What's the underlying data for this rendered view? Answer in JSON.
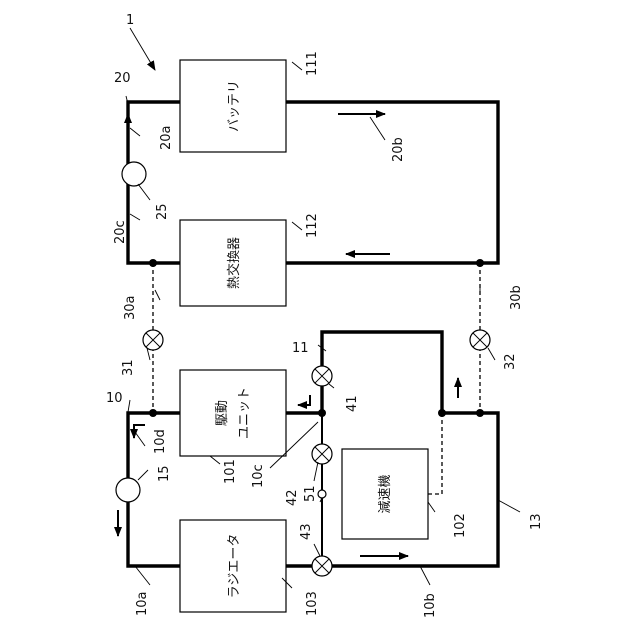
{
  "figure_ref": "1",
  "blocks": {
    "battery": {
      "label": "バッテリ",
      "ref": "111"
    },
    "heat_exchanger": {
      "label": "熱交換器",
      "ref": "112"
    },
    "drive_unit": {
      "label_line1": "駆動",
      "label_line2": "ユニット",
      "ref": "101"
    },
    "radiator": {
      "label": "ラジエータ",
      "ref": "103"
    },
    "reducer": {
      "label": "減速機",
      "ref": "102"
    }
  },
  "refs": {
    "circuit_20": "20",
    "pipe_20a": "20a",
    "pipe_20b": "20b",
    "pipe_20c": "20c",
    "pump_25": "25",
    "branch_30a": "30a",
    "branch_30b": "30b",
    "valve_31": "31",
    "valve_32": "32",
    "circuit_10": "10",
    "pipe_10a": "10a",
    "pipe_10b": "10b",
    "pipe_10c": "10c",
    "pipe_10d": "10d",
    "pipe_11": "11",
    "pipe_13": "13",
    "pump_15": "15",
    "valve_41": "41",
    "valve_42": "42",
    "valve_43": "43",
    "sensor_51": "51"
  }
}
